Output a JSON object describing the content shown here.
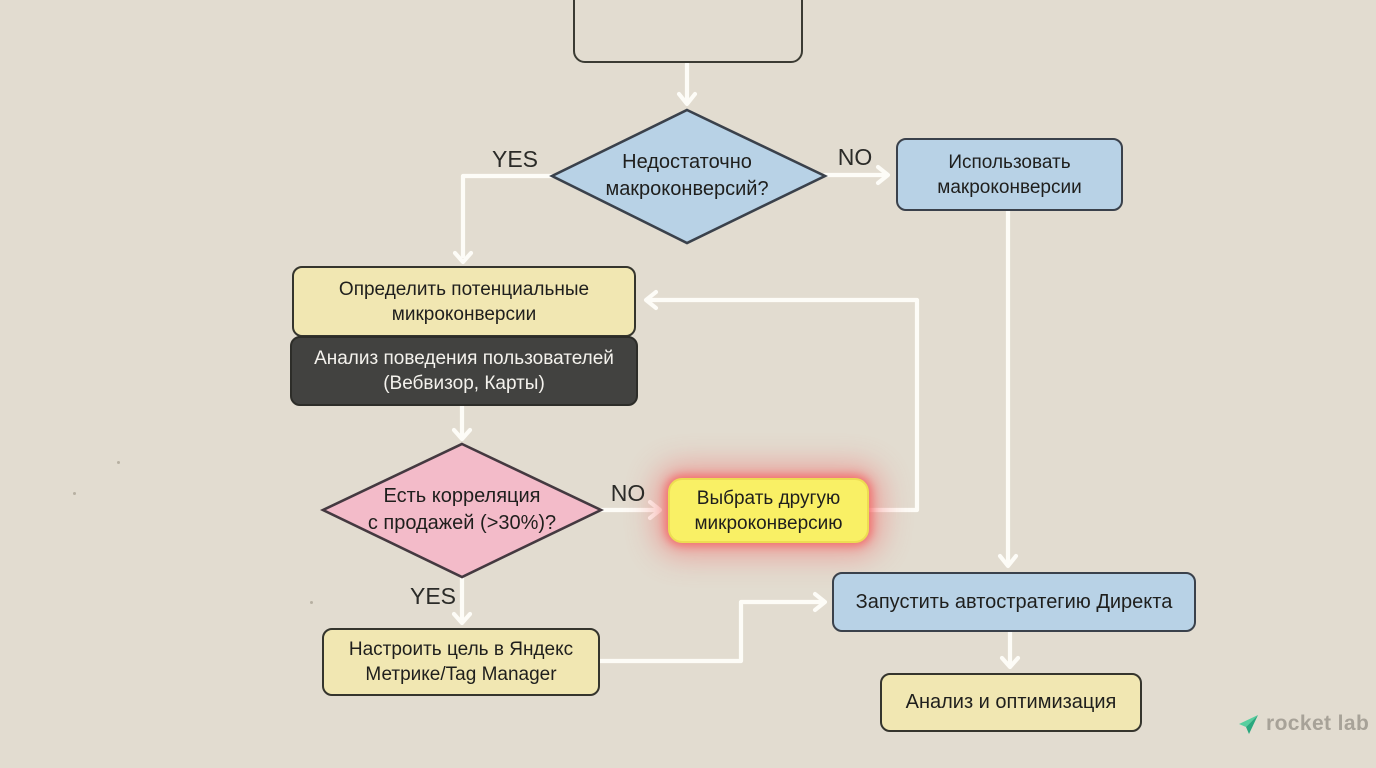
{
  "canvas": {
    "background_color": "#e2dcd0"
  },
  "nodes": {
    "start": {
      "label": ""
    },
    "q_macro": {
      "label": "Недостаточно\nмакроконверсий?"
    },
    "use_macro": {
      "label": "Использовать\nмакроконверсии"
    },
    "define_micro": {
      "label": "Определить потенциальные\nмикроконверсии"
    },
    "behavior_analysis": {
      "label": "Анализ поведения пользователей\n(Вебвизор, Карты)"
    },
    "q_correlation": {
      "label": "Есть корреляция\nс продажей (>30%)?"
    },
    "choose_other": {
      "label": "Выбрать другую\nмикроконверсию"
    },
    "setup_goal": {
      "label": "Настроить цель в Яндекс\nМетрике/Tag Manager"
    },
    "autostrategy": {
      "label": "Запустить автостратегию Директа"
    },
    "analyze_optimize": {
      "label": "Анализ и оптимизация"
    }
  },
  "edge_labels": {
    "yes_macro": "YES",
    "no_macro": "NO",
    "no_correlation": "NO",
    "yes_correlation": "YES"
  },
  "logo": {
    "text": "rocket lab"
  },
  "colors": {
    "background": "#e2dcd0",
    "decision_blue": "#b8d2e6",
    "process_yellow": "#f1e7b2",
    "note_dark": "#424240",
    "decision_pink": "#f3bbc9",
    "highlight_yellow": "#f9f065",
    "highlight_glow": "#f36464",
    "connector_white": "#fdfcf7",
    "logo_green": "#35b585",
    "logo_gray": "#a7a298"
  }
}
